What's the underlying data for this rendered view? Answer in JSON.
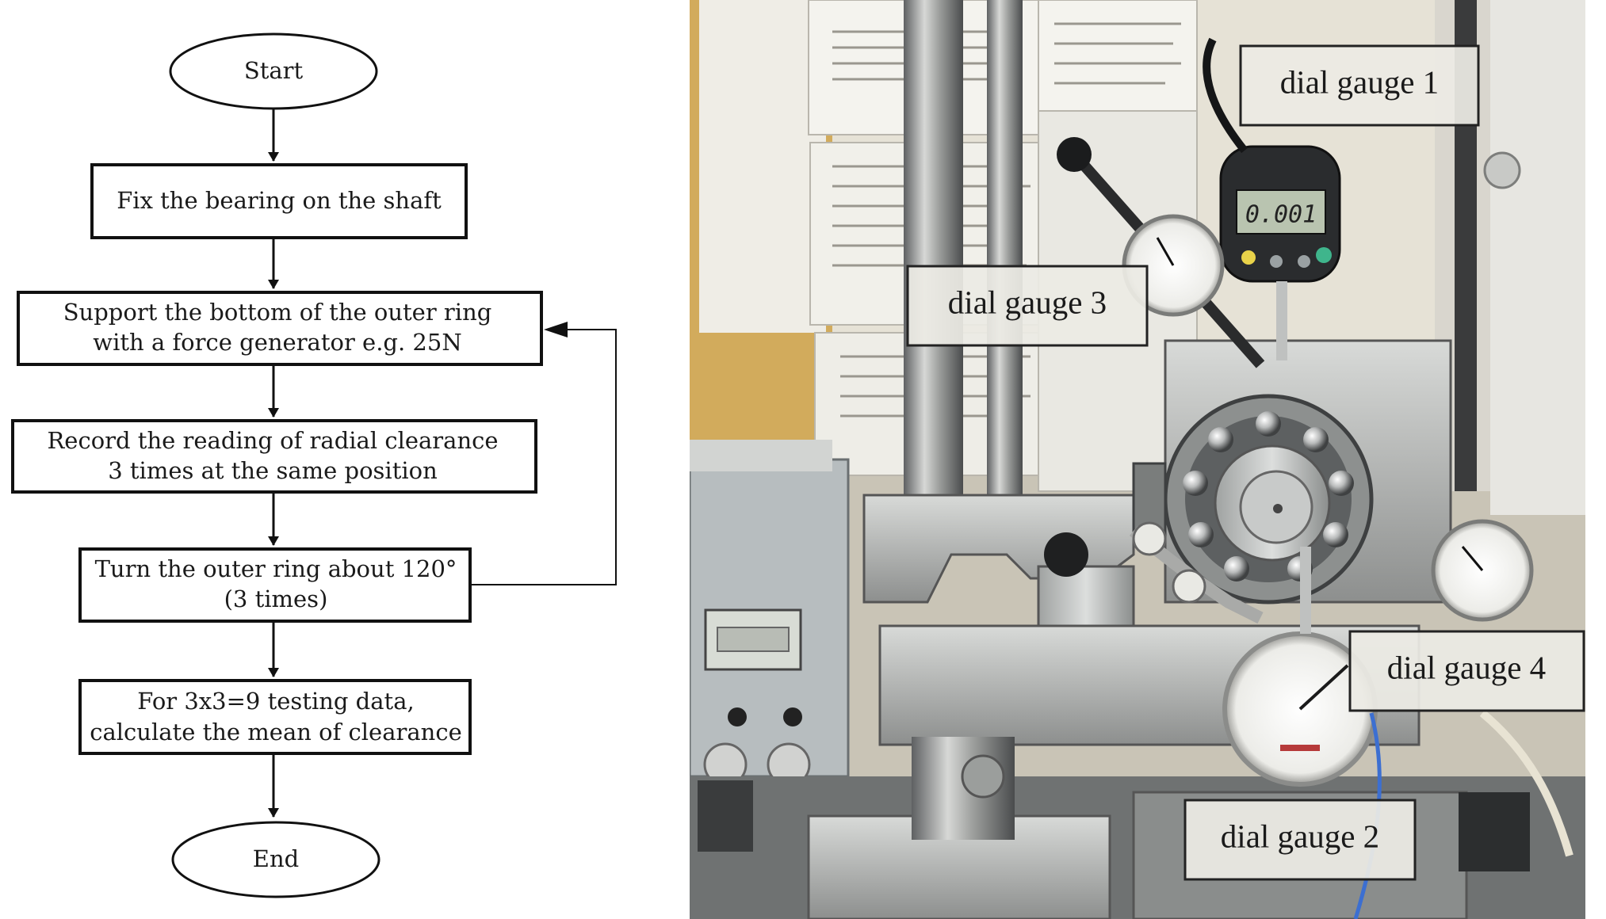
{
  "flowchart": {
    "start": "Start",
    "steps": [
      {
        "lines": [
          "Fix the bearing on the shaft"
        ]
      },
      {
        "lines": [
          "Support the bottom of the outer ring",
          "with a force generator e.g. 25N"
        ]
      },
      {
        "lines": [
          "Record the reading of radial clearance",
          "3 times at the same position"
        ]
      },
      {
        "lines": [
          "Turn the outer ring about 120°",
          "(3 times)"
        ]
      },
      {
        "lines": [
          "For 3x3=9 testing data,",
          "calculate the mean of clearance"
        ]
      }
    ],
    "end": "End"
  },
  "photo": {
    "display_readout": "0.001",
    "labels": [
      "dial gauge 1",
      "dial gauge 3",
      "dial gauge 4",
      "dial gauge 2"
    ]
  }
}
